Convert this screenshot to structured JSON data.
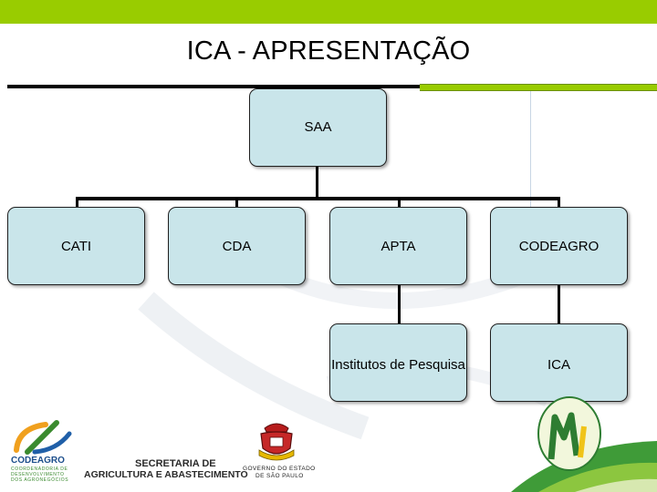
{
  "slide": {
    "title": "ICA - APRESENTAÇÃO"
  },
  "org_chart": {
    "root": "SAA",
    "level1": [
      "CATI",
      "CDA",
      "APTA",
      "CODEAGRO"
    ],
    "level2": {
      "under_apta": "Institutos de Pesquisa",
      "under_codeagro": "ICA"
    }
  },
  "footer": {
    "codeagro_logo": {
      "name": "CODEAGRO",
      "lines": [
        "COORDENADORIA DE",
        "DESENVOLVIMENTO",
        "DOS AGRONEGÓCIOS"
      ]
    },
    "secretaria": {
      "line1": "SECRETARIA DE",
      "line2": "AGRICULTURA E ABASTECIMENTO"
    },
    "governo": {
      "line1": "GOVERNO DO ESTADO",
      "line2": "DE SÃO PAULO"
    },
    "icons": [
      "codeagro-logo-icon",
      "sao-paulo-coat-of-arms-icon",
      "ica-logo-icon"
    ]
  },
  "colors": {
    "accent_green": "#99cc00",
    "node_fill": "#c9e5ea",
    "connector": "#000000"
  }
}
